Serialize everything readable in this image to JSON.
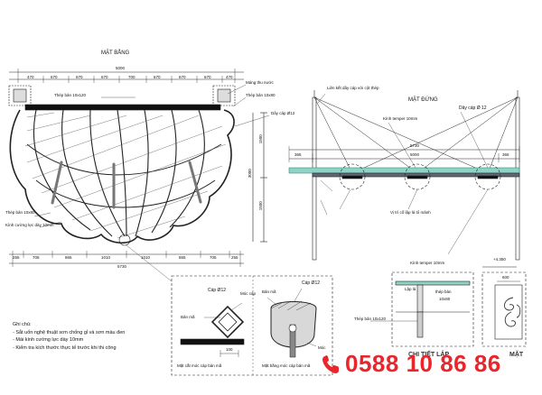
{
  "plan": {
    "title": "MẶT BẰNG",
    "dim_total": "5000",
    "dims_top": [
      "470",
      "670",
      "670",
      "670",
      "700",
      "670",
      "670",
      "670",
      "470"
    ],
    "dims_bottom": [
      "255",
      "705",
      "865",
      "1010",
      "1010",
      "865",
      "705",
      "255"
    ],
    "dim_bottom_total": "5730",
    "dim_side_1": "1500",
    "dim_side_2": "1500",
    "dim_side_3": "3000",
    "label_steel_bar": "Thép bản 10x120",
    "label_gutter": "Máng thu nước",
    "label_steel_bar_2": "Thép bản 10x80",
    "label_cable": "Dây cáp Ø12",
    "label_steel_10x80": "Thép bản 10x80",
    "label_glass": "Kính cường lực dày 10mm"
  },
  "elevation": {
    "title": "MẶT ĐỨNG",
    "label_cable": "Dây cáp Ø 12",
    "label_link": "Liên kết dây cáp với cột thép",
    "label_tempered": "Kính temper 10mm",
    "dim_total": "5730",
    "dim_inner": "5000",
    "dim_left": "365",
    "dim_right": "365",
    "label_spider": "Vị trí cố lập lá tổ mảnh",
    "label_section": "CHI TIẾT LẮP",
    "label_detail": "MẶT"
  },
  "section": {
    "label_tempered": "Kính temper 10mm",
    "label_spider": "Lập lá",
    "label_steel": "thép bản",
    "label_size": "10x80",
    "label_steel_bar": "Thép bản 10x120",
    "label_level": "+4.350",
    "label_width": "600"
  },
  "detail": {
    "label_hook": "Móc cáp",
    "label_cable": "Cáp Ø12",
    "label_plate": "Bản mã",
    "label_dim": "100",
    "label_cap1": "Mặt cắt móc cáp bản mã",
    "label_cable2": "Cáp Ø12",
    "label_plate2": "Bản mã",
    "label_cap2": "Mặt bằng móc cáp bản mã",
    "label_hook2": "Móc"
  },
  "notes": {
    "title": "Ghi chú:",
    "items": [
      "- Sắt uốn nghệ thuật sơn chống gỉ và sơn màu đen",
      "- Mái kính cường lực dày 10mm",
      "- Kiểm tra kích thước thực tế trước khi thi công"
    ]
  },
  "contact": {
    "phone": "0588 10 86 86",
    "phone_icon": "phone-icon",
    "phone_color": "#e8262b"
  }
}
